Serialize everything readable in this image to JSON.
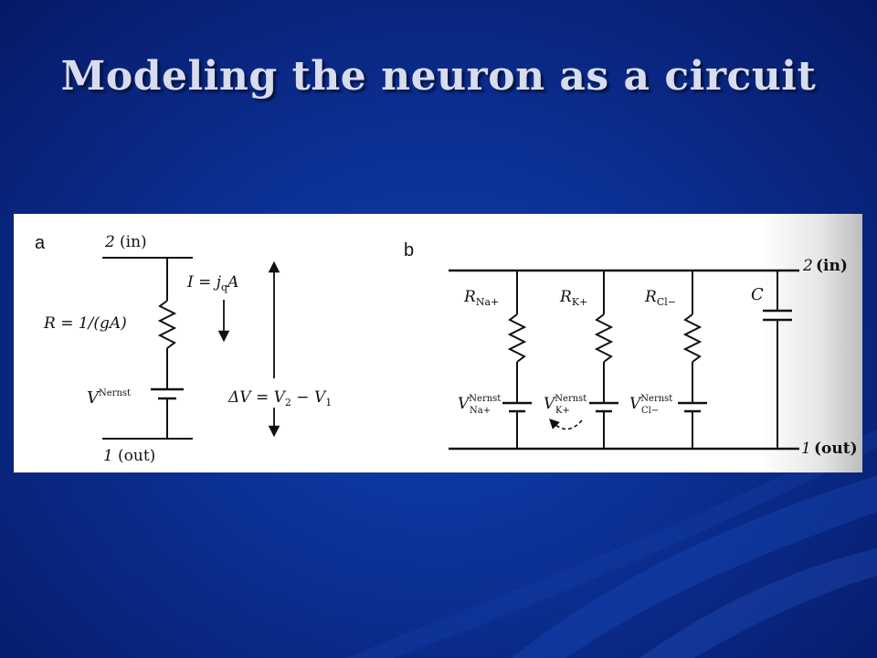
{
  "slide": {
    "title": "Modeling the neuron as a circuit"
  },
  "figure": {
    "panel_a": {
      "letter": "a",
      "node_top_num": "2",
      "node_top_lbl": "(in)",
      "node_bot_num": "1",
      "node_bot_lbl": "(out)",
      "resistor": "R = 1/(gA)",
      "current": "I = j",
      "current_sub": "q",
      "current_tail": "A",
      "battery": "V",
      "battery_sup": "Nernst",
      "delta_v": "ΔV = V",
      "delta_v_sub2": "2",
      "delta_v_mid": " − V",
      "delta_v_sub1": "1"
    },
    "panel_b": {
      "letter": "b",
      "node_top_num": "2",
      "node_top_lbl": "(in)",
      "node_bot_num": "1",
      "node_bot_lbl": "(out)",
      "branches": [
        {
          "r": "R",
          "r_sub": "Na+",
          "v": "V",
          "v_sup": "Nernst",
          "v_sub": "Na+"
        },
        {
          "r": "R",
          "r_sub": "K+",
          "v": "V",
          "v_sup": "Nernst",
          "v_sub": "K+"
        },
        {
          "r": "R",
          "r_sub": "Cl−",
          "v": "V",
          "v_sup": "Nernst",
          "v_sub": "Cl−"
        }
      ],
      "capacitor": "C"
    }
  }
}
